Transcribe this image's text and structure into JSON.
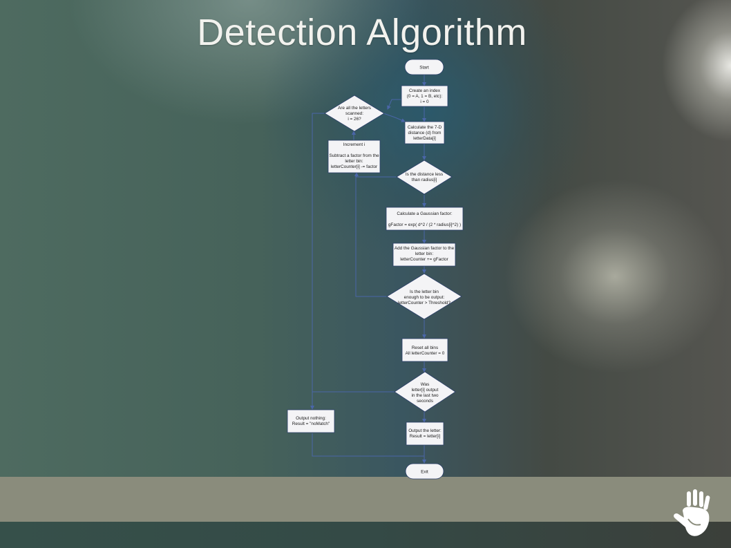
{
  "slide": {
    "title": "Detection Algorithm"
  },
  "flowchart": {
    "nodes": [
      {
        "id": "start",
        "lines": [
          "Start"
        ]
      },
      {
        "id": "create-index",
        "lines": [
          "Create an index",
          "(0 = A, 1 = B, etc):",
          "i = 0"
        ]
      },
      {
        "id": "all-scanned",
        "lines": [
          "Are all the letters",
          "scanned:",
          "i = 26?"
        ]
      },
      {
        "id": "calc-distance",
        "lines": [
          "Calculate the 7-D",
          "distance (d) from",
          "letterData[i]"
        ]
      },
      {
        "id": "increment",
        "lines": [
          "Increment i",
          "",
          "Subtract a factor from the",
          "letter bin:",
          "letterCounter[i] -= factor"
        ]
      },
      {
        "id": "distance-less",
        "lines": [
          "Is the distance less",
          "than radius[i]"
        ]
      },
      {
        "id": "gauss-factor",
        "lines": [
          "Calculate a Gaussian factor:",
          "",
          "gFactor = exp( d^2 / (2 * radius[i]^2) )"
        ]
      },
      {
        "id": "add-gauss",
        "lines": [
          "Add the Gaussian factor to the",
          "letter bin:",
          "letterCounter += gFactor"
        ]
      },
      {
        "id": "bin-enough",
        "lines": [
          "Is the letter bin",
          "enough to be output:",
          "letterCounter > Threshold?"
        ]
      },
      {
        "id": "reset-bins",
        "lines": [
          "Reset all bins",
          "All letterCounter = 0"
        ]
      },
      {
        "id": "was-output",
        "lines": [
          "Was",
          "letter[i] output",
          "in the last two",
          "seconds"
        ]
      },
      {
        "id": "output-nothing",
        "lines": [
          "Output nothing:",
          "Result = \"noMatch\""
        ]
      },
      {
        "id": "output-letter",
        "lines": [
          "Output the letter:",
          "Result = letter[i]"
        ]
      },
      {
        "id": "exit",
        "lines": [
          "Exit"
        ]
      }
    ]
  }
}
